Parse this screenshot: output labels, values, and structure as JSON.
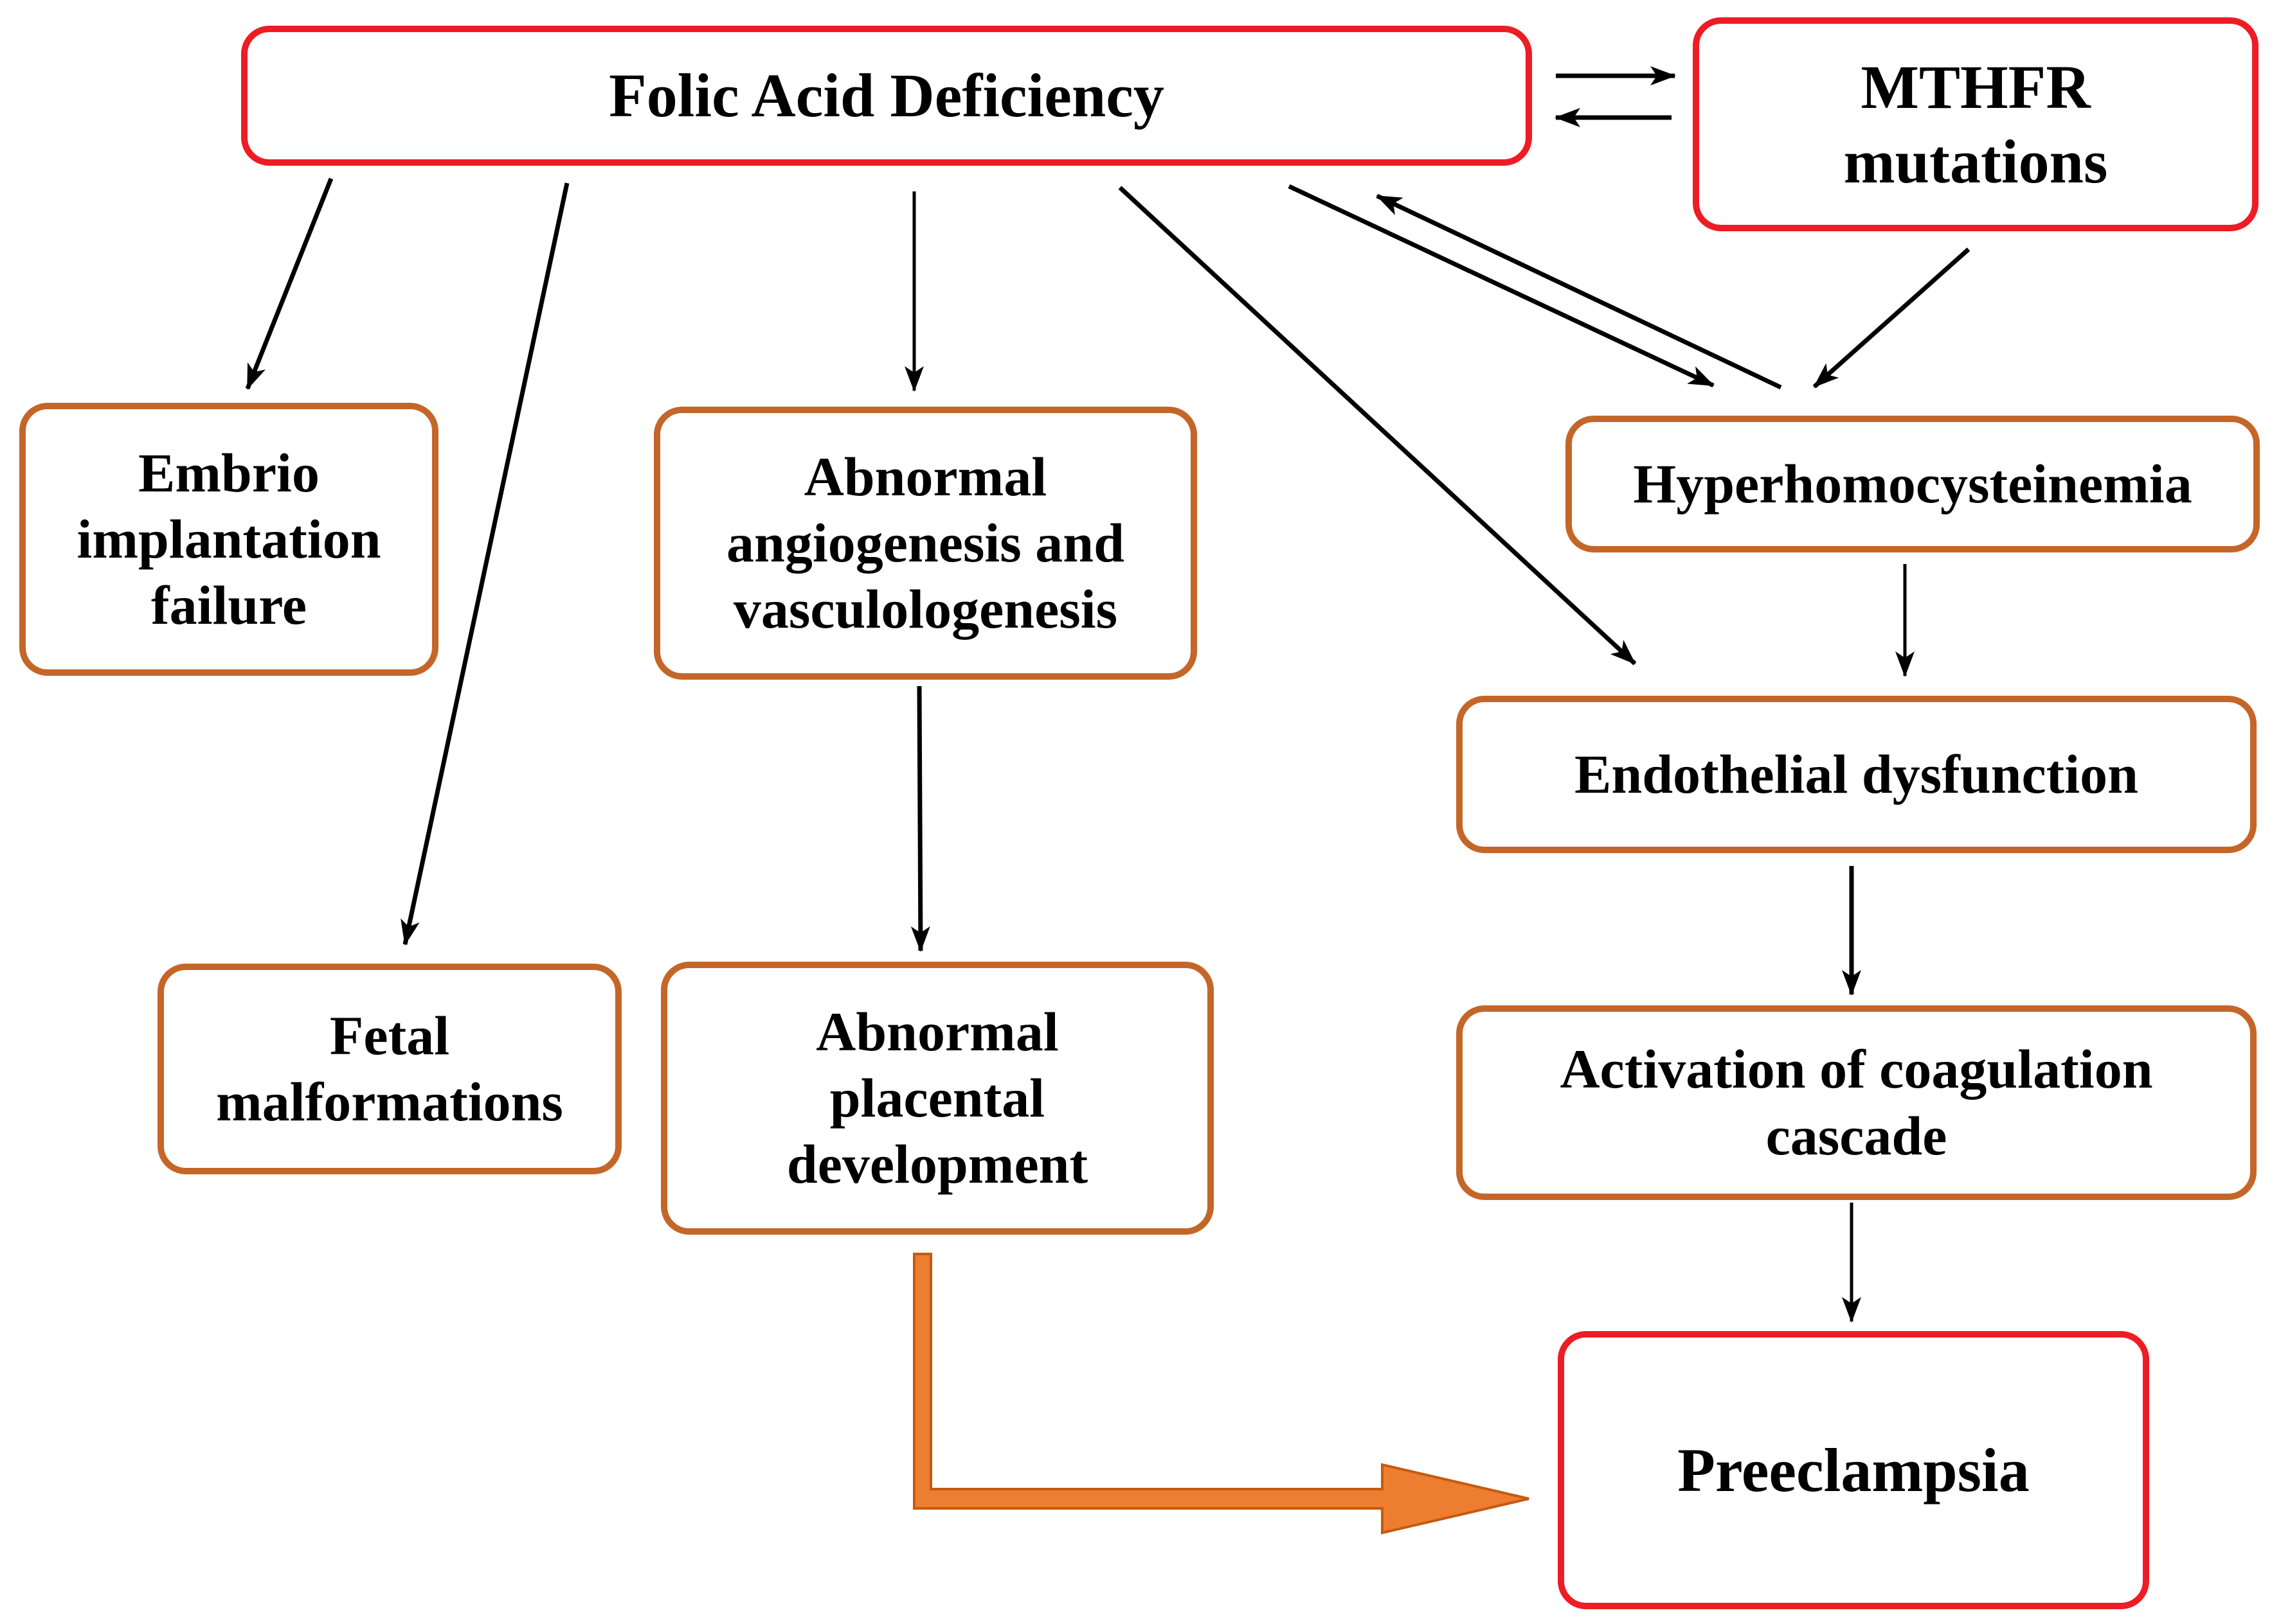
{
  "nodes": {
    "folic_acid_deficiency": "Folic Acid Deficiency",
    "mthfr_mutations": "MTHFR\nmutations",
    "embryo_implantation_failure": "Embrio\nimplantation\nfailure",
    "abnormal_angiogenesis": "Abnormal\nangiogenesis and\nvasculologenesis",
    "hyperhomocysteinemia": "Hyperhomocysteinemia",
    "endothelial_dysfunction": "Endothelial dysfunction",
    "fetal_malformations": "Fetal\nmalformations",
    "abnormal_placental_development": "Abnormal\nplacental\ndevelopment",
    "activation_of_coagulation": "Activation of coagulation\ncascade",
    "preeclampsia": "Preeclampsia"
  },
  "edges": [
    {
      "from": "folic_acid_deficiency",
      "to": "mthfr_mutations"
    },
    {
      "from": "mthfr_mutations",
      "to": "folic_acid_deficiency"
    },
    {
      "from": "folic_acid_deficiency",
      "to": "embryo_implantation_failure"
    },
    {
      "from": "folic_acid_deficiency",
      "to": "fetal_malformations"
    },
    {
      "from": "folic_acid_deficiency",
      "to": "abnormal_angiogenesis"
    },
    {
      "from": "folic_acid_deficiency",
      "to": "endothelial_dysfunction"
    },
    {
      "from": "folic_acid_deficiency",
      "to": "hyperhomocysteinemia"
    },
    {
      "from": "hyperhomocysteinemia",
      "to": "folic_acid_deficiency"
    },
    {
      "from": "mthfr_mutations",
      "to": "hyperhomocysteinemia"
    },
    {
      "from": "hyperhomocysteinemia",
      "to": "endothelial_dysfunction"
    },
    {
      "from": "abnormal_angiogenesis",
      "to": "abnormal_placental_development"
    },
    {
      "from": "endothelial_dysfunction",
      "to": "activation_of_coagulation"
    },
    {
      "from": "activation_of_coagulation",
      "to": "preeclampsia"
    },
    {
      "from": "abnormal_placental_development",
      "to": "preeclampsia"
    }
  ],
  "colors": {
    "primary_border": "#ee1c24",
    "secondary_border": "#c46628",
    "arrow": "#000000",
    "big_arrow_fill": "#ed7d31"
  }
}
